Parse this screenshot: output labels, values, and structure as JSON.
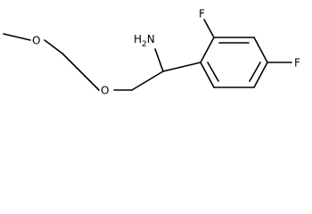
{
  "molecule": {
    "description_labels": {
      "amine": "H2N",
      "amine_main": "H",
      "amine_sub": "2",
      "amine_tail": "N",
      "ether_oxygen_left": "O",
      "ether_oxygen_right": "O",
      "fluorine_ortho": "F",
      "fluorine_para": "F"
    }
  }
}
